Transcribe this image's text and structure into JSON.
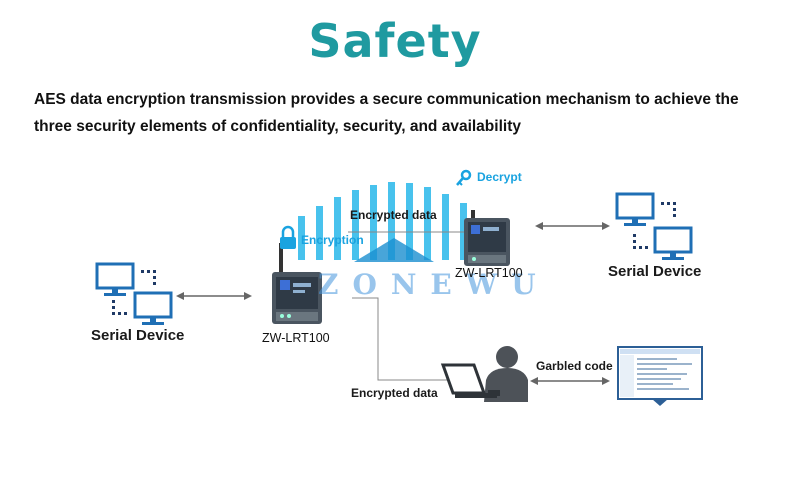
{
  "title": "Safety",
  "description_line1": "AES data encryption transmission provides a secure communication mechanism to achieve the",
  "description_line2": "three security elements of confidentiality, security, and availability",
  "left_device": {
    "label": "Serial Device"
  },
  "right_device": {
    "label": "Serial Device"
  },
  "router_left": {
    "model": "ZW-LRT100",
    "badge": "Encryption"
  },
  "router_right": {
    "model": "ZW-LRT100",
    "badge": "Decrypt"
  },
  "link_top_label": "Encrypted data",
  "link_bottom_label": "Encrypted data",
  "garbled_label": "Garbled code",
  "watermark": "ZONEWU",
  "colors": {
    "title": "#1f9aa0",
    "signal": "#29b8ea",
    "icon": "#1f6fb5",
    "badge": "#1aa3e0"
  },
  "icons": [
    "monitor-icon",
    "lock-icon",
    "key-icon",
    "router-icon",
    "hacker-icon",
    "screen-icon"
  ]
}
